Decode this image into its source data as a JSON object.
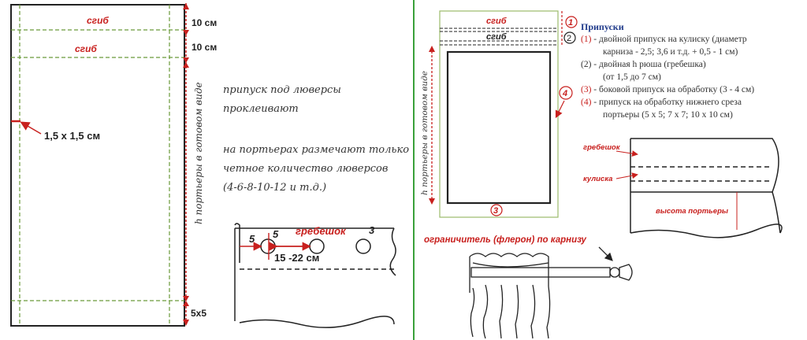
{
  "left_panel": {
    "fold_top": "сгиб",
    "fold_second": "сгиб",
    "dim_top": "10 см",
    "dim_second": "10 см",
    "grommet_size": "1,5 х 1,5 см",
    "height_label": "h портьеры в готовом виде",
    "dim_bottom": "5х5",
    "note_1_line1": "припуск под люверсы",
    "note_1_line2": "проклеивают",
    "note_2_line1": "на портьерах размечают только",
    "note_2_line2": "четное количество люверсов",
    "note_2_line3": "(4-6-8-10-12 и т.д.)",
    "detail_label_grebeshok": "гребешок",
    "detail_num_5a": "5",
    "detail_num_5b": "5",
    "detail_num_3": "3",
    "detail_spacing": "15 -22 см"
  },
  "right_panel": {
    "fold_top": "сгиб",
    "fold_second": "сгиб",
    "height_label": "h портьеры в готовом виде",
    "marker_1": "1",
    "marker_2": "2",
    "marker_3": "3",
    "marker_4": "4",
    "legend_title": "Припуски",
    "legend_1_num": "(1)",
    "legend_1_text": "- двойной припуск на кулиску (диаметр",
    "legend_1_cont": "карниза - 2,5; 3,6 и т.д. + 0,5 - 1 см)",
    "legend_2_num": "(2)",
    "legend_2_text": "- двойная h рюша (гребешка)",
    "legend_2_cont": "(от 1,5 до 7 см)",
    "legend_3_num": "(3)",
    "legend_3_text": "- боковой припуск на обработку (3 - 4 см)",
    "legend_4_num": "(4)",
    "legend_4_text": "- припуск на обработку нижнего среза",
    "legend_4_cont": "портьеры (5 х 5; 7 х 7; 10 х 10 см)",
    "detail_grebeshok": "гребешок",
    "detail_kuliska": "кулиска",
    "detail_height": "высота портьеры",
    "finial_label": "ограничитель (флерон) по карнизу"
  }
}
